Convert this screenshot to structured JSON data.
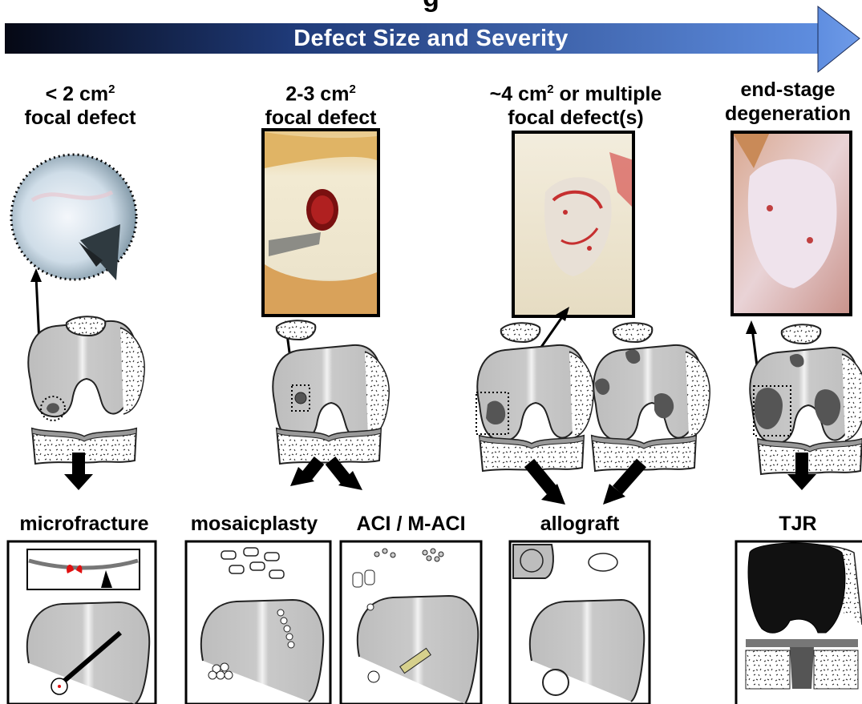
{
  "top_title_fragment": "g",
  "banner": {
    "label": "Defect Size and Severity"
  },
  "stages": [
    {
      "line1": "< 2 cm",
      "sup": "2",
      "line2": "focal defect"
    },
    {
      "line1": "2-3 cm",
      "sup": "2",
      "line2": "focal defect"
    },
    {
      "line1": "~4 cm",
      "sup": "2",
      "line1b": " or multiple",
      "line2": "focal defect(s)"
    },
    {
      "line1": "end-stage",
      "sup": "",
      "line2": "degeneration"
    }
  ],
  "treatments": {
    "microfracture": "microfracture",
    "mosaicplasty": "mosaicplasty",
    "aci": "ACI / M-ACI",
    "allograft": "allograft",
    "tjr": "TJR"
  },
  "colors": {
    "banner_start": "#050814",
    "banner_end": "#5b86d8",
    "bone_gray": "#c8c8c8",
    "defect_gray": "#555555",
    "blood_red": "#e01010"
  }
}
